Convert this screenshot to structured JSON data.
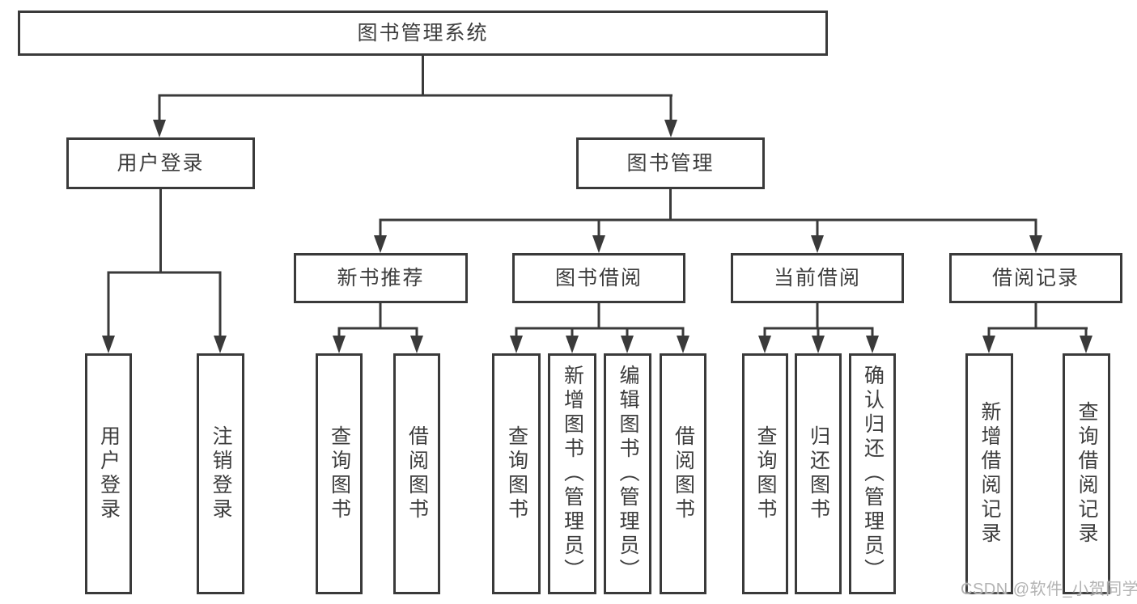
{
  "diagram": {
    "root": {
      "label": "图书管理系统"
    },
    "branches": [
      {
        "label": "用户登录",
        "children": [
          {
            "label": "用户登录"
          },
          {
            "label": "注销登录"
          }
        ]
      },
      {
        "label": "图书管理",
        "children": [
          {
            "label": "新书推荐",
            "children": [
              {
                "label": "查询图书"
              },
              {
                "label": "借阅图书"
              }
            ]
          },
          {
            "label": "图书借阅",
            "children": [
              {
                "label": "查询图书"
              },
              {
                "label": "新增图书（管理员）"
              },
              {
                "label": "编辑图书（管理员）"
              },
              {
                "label": "借阅图书"
              }
            ]
          },
          {
            "label": "当前借阅",
            "children": [
              {
                "label": "查询图书"
              },
              {
                "label": "归还图书"
              },
              {
                "label": "确认归还（管理员）"
              }
            ]
          },
          {
            "label": "借阅记录",
            "children": [
              {
                "label": "新增借阅记录"
              },
              {
                "label": "查询借阅记录"
              }
            ]
          }
        ]
      }
    ]
  },
  "watermark": "CSDN @软件_小贺同学",
  "colors": {
    "line": "#3a3a3a",
    "box_border": "#3a3a3a",
    "text": "#3d3d3d",
    "watermark": "#b3b3b3",
    "background": "#ffffff"
  }
}
